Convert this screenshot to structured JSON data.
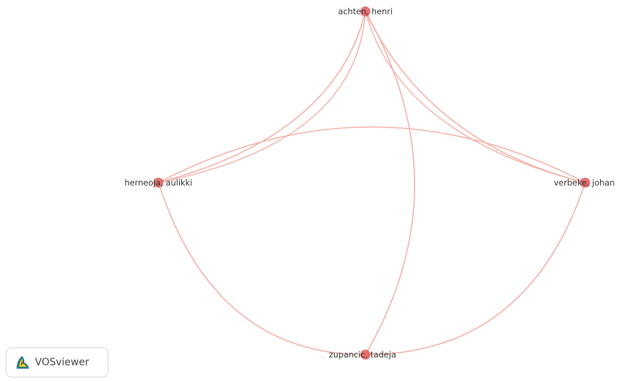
{
  "nodes": [
    {
      "id": "achten",
      "label": "achten, henri"
    },
    {
      "id": "herneoja",
      "label": "herneoja, aulikki"
    },
    {
      "id": "verbeke",
      "label": "verbeke, johan"
    },
    {
      "id": "zupancic",
      "label": "zupancic, tadeja"
    }
  ],
  "edges": [
    {
      "source": "achten",
      "target": "herneoja"
    },
    {
      "source": "achten",
      "target": "verbeke"
    },
    {
      "source": "achten",
      "target": "zupancic"
    },
    {
      "source": "herneoja",
      "target": "verbeke"
    },
    {
      "source": "herneoja",
      "target": "zupancic"
    },
    {
      "source": "verbeke",
      "target": "zupancic"
    }
  ],
  "colors": {
    "node": "#e25a5a",
    "edge": "#f4b0a8"
  },
  "logo": {
    "text": "VOSviewer",
    "icon": "vosviewer-logo-icon"
  }
}
